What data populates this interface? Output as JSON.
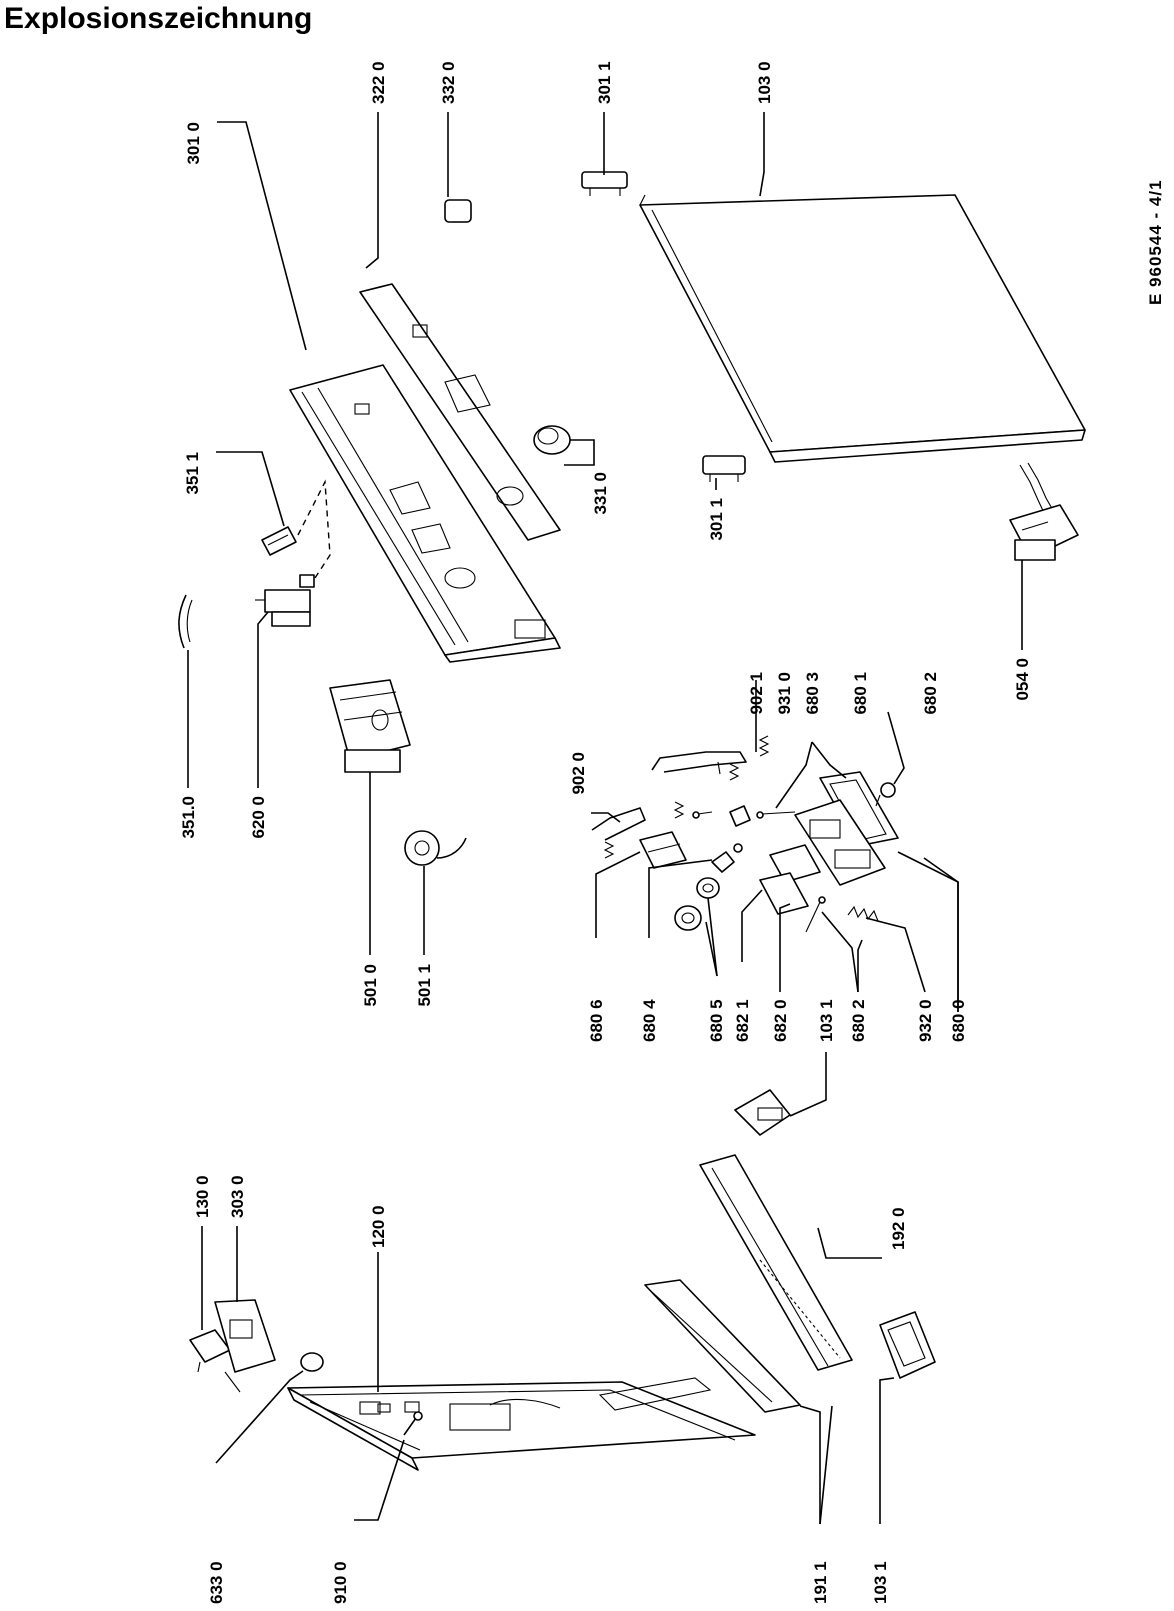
{
  "title": "Explosionszeichnung",
  "doc_code": "E 960544 - 4/1",
  "labels": [
    {
      "id": "p3010a",
      "text": "301 0"
    },
    {
      "id": "p3220",
      "text": "322 0"
    },
    {
      "id": "p3320",
      "text": "332 0"
    },
    {
      "id": "p3011a",
      "text": "301 1"
    },
    {
      "id": "p1030",
      "text": "103 0"
    },
    {
      "id": "p3511",
      "text": "351 1"
    },
    {
      "id": "p3310",
      "text": "331 0"
    },
    {
      "id": "p3011b",
      "text": "301 1"
    },
    {
      "id": "p3510",
      "text": "351.0"
    },
    {
      "id": "p6200",
      "text": "620 0"
    },
    {
      "id": "p0540",
      "text": "054 0"
    },
    {
      "id": "p9021",
      "text": "902 1"
    },
    {
      "id": "p9310",
      "text": "931 0"
    },
    {
      "id": "p6803",
      "text": "680 3"
    },
    {
      "id": "p6801",
      "text": "680 1"
    },
    {
      "id": "p6802",
      "text": "680 2"
    },
    {
      "id": "p9020",
      "text": "902 0"
    },
    {
      "id": "p5010",
      "text": "501 0"
    },
    {
      "id": "p5011",
      "text": "501 1"
    },
    {
      "id": "p6806",
      "text": "680 6"
    },
    {
      "id": "p6804",
      "text": "680 4"
    },
    {
      "id": "p6805",
      "text": "680 5"
    },
    {
      "id": "p6821",
      "text": "682 1"
    },
    {
      "id": "p6820",
      "text": "682 0"
    },
    {
      "id": "p1031a",
      "text": "103 1"
    },
    {
      "id": "p6802b",
      "text": "680 2"
    },
    {
      "id": "p9320",
      "text": "932 0"
    },
    {
      "id": "p6800",
      "text": "680 0"
    },
    {
      "id": "p1300",
      "text": "130 0"
    },
    {
      "id": "p3030",
      "text": "303 0"
    },
    {
      "id": "p1200",
      "text": "120 0"
    },
    {
      "id": "p1920",
      "text": "192 0"
    },
    {
      "id": "p6330",
      "text": "633 0"
    },
    {
      "id": "p9100",
      "text": "910 0"
    },
    {
      "id": "p1911",
      "text": "191 1"
    },
    {
      "id": "p1031b",
      "text": "103 1"
    }
  ]
}
